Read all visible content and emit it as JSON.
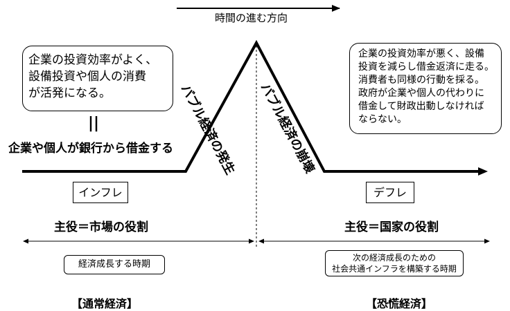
{
  "time_direction": "時間の進む方向",
  "left_callout": [
    "企業の投資効率がよく、",
    "設備投資や個人の消費",
    "が活発になる。"
  ],
  "equals_sign": "||",
  "left_note": "企業や個人が銀行から借金する",
  "bubble_rise": "バブル経済の発生",
  "bubble_burst": "バブル経済の崩壊",
  "right_callout": [
    "企業の投資効率が悪く、設備",
    "投資を減らし借金返済に走る。",
    "消費者も同様の行動を採る。",
    "政府が企業や個人の代わりに",
    "借金して財政出動しなければ",
    "ならない。"
  ],
  "left_label": "インフレ",
  "right_label": "デフレ",
  "left_role": "主役＝市場の役割",
  "right_role": "主役＝国家の役割",
  "left_period": "経済成長する時期",
  "right_period": [
    "次の経済成長のための",
    "社会共通インフラを構築する時期"
  ],
  "left_economy": "【通常経済】",
  "right_economy": "【恐慌経済】"
}
